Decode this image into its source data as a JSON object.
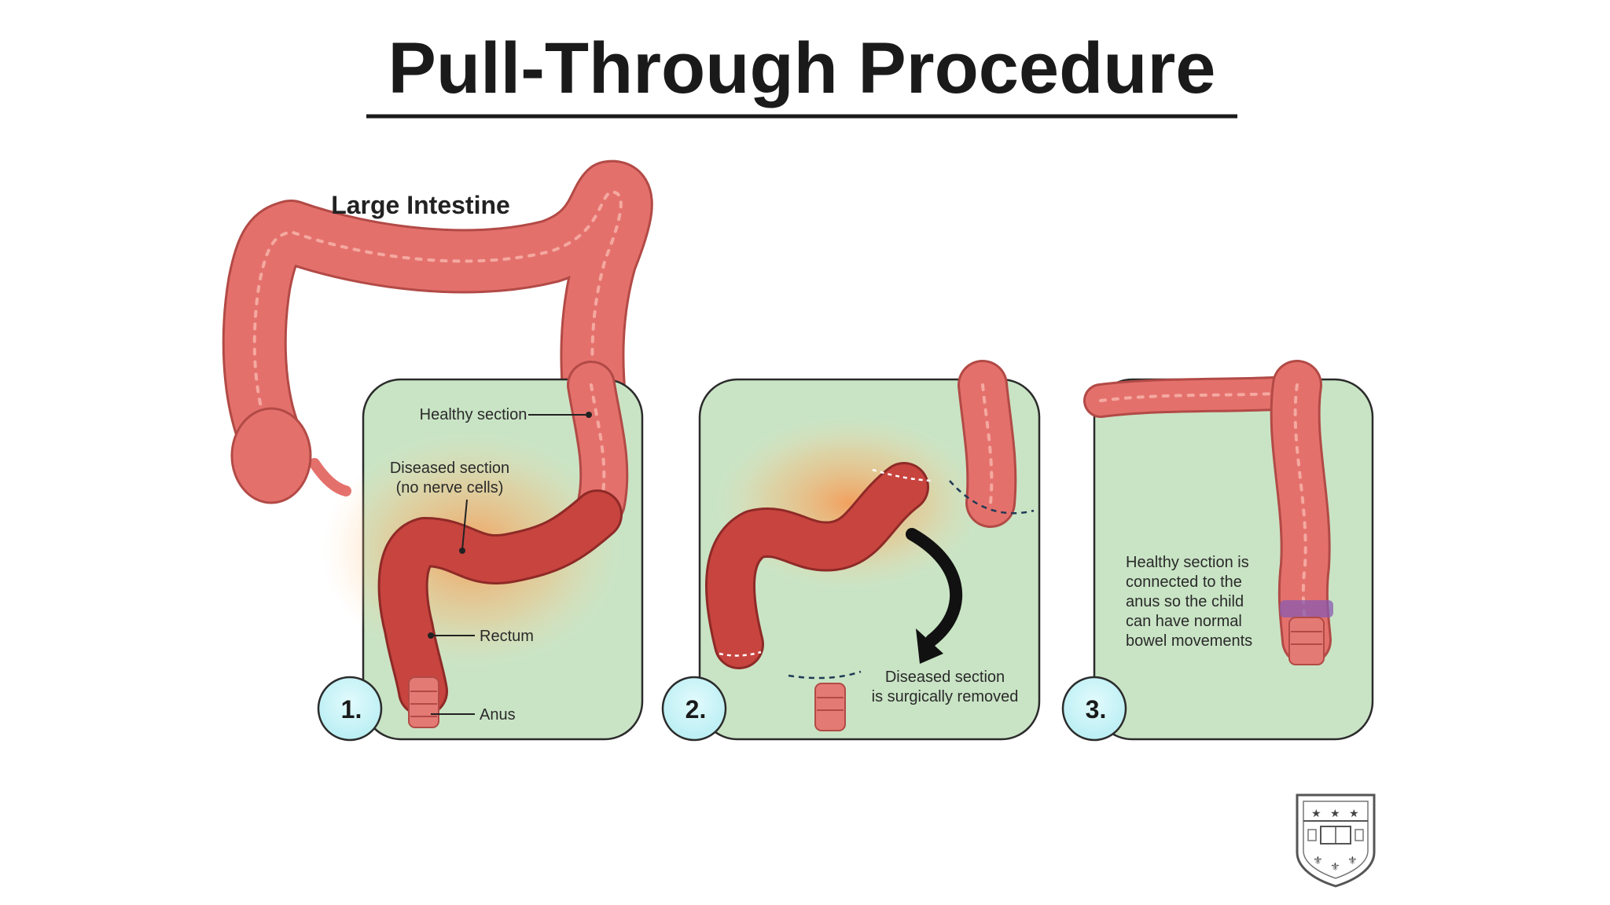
{
  "title": "Pull-Through Procedure",
  "overview_label": "Large Intestine",
  "steps": [
    {
      "number": "1.",
      "labels": {
        "healthy": "Healthy section",
        "diseased_line1": "Diseased section",
        "diseased_line2": "(no nerve cells)",
        "rectum": "Rectum",
        "anus": "Anus"
      }
    },
    {
      "number": "2.",
      "caption_line1": "Diseased section",
      "caption_line2": "is surgically removed"
    },
    {
      "number": "3.",
      "caption_lines": [
        "Healthy section is",
        "connected to the",
        "anus so the child",
        "can have normal",
        "bowel movements"
      ]
    }
  ],
  "colors": {
    "panel_fill": "#c9e4c5",
    "colon": "#e4706c",
    "diseased": "#c8443f",
    "badge": "#c8f3f7"
  },
  "logo_icon": "university-shield-icon"
}
